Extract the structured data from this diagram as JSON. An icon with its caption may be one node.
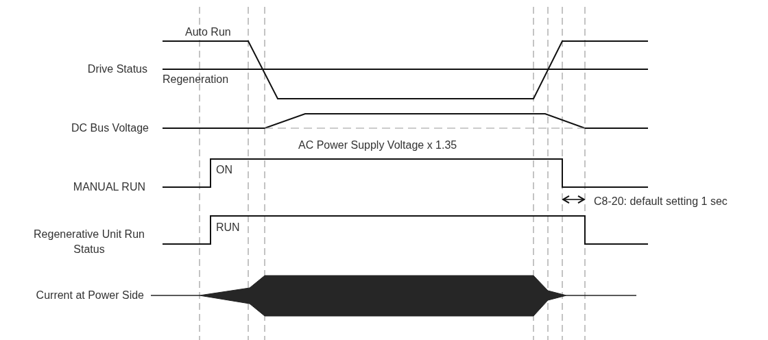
{
  "diagram": {
    "labels": [
      "Auto Run",
      "Drive Status",
      "Regeneration",
      "DC Bus Voltage",
      "AC Power Supply Voltage x 1.35",
      "ON",
      "MANUAL RUN",
      "C8-20: default setting 1 sec",
      "RUN",
      "Regenerative Unit Run Status",
      "Current at Power Side"
    ]
  }
}
